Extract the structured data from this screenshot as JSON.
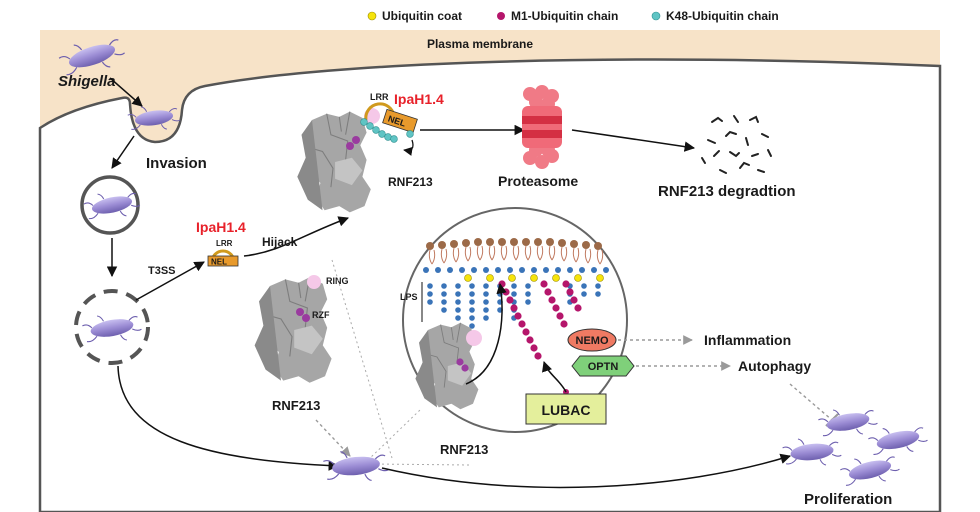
{
  "legend": {
    "ub_coat": "Ubiquitin coat",
    "m1": "M1-Ubiquitin chain",
    "k48": "K48-Ubiquitin chain",
    "colors": {
      "ub_coat": "#f6e40c",
      "m1": "#b5166b",
      "k48": "#5fc4c4"
    }
  },
  "labels": {
    "plasma_membrane": "Plasma membrane",
    "shigella": "Shigella",
    "invasion": "Invasion",
    "t3ss": "T3SS",
    "hijack": "Hijack",
    "ipah_small": "IpaH1.4",
    "ipah_big": "IpaH1.4",
    "lrr_small": "LRR",
    "nel_small": "NEL",
    "lrr_big": "LRR",
    "nel_big": "NEL",
    "rnf213_top": "RNF213",
    "rnf213_mid": "RNF213",
    "rnf213_circle": "RNF213",
    "ring": "RING",
    "rzf": "RZF",
    "proteasome": "Proteasome",
    "degradation": "RNF213 degradtion",
    "lps": "LPS",
    "nemo": "NEMO",
    "optn": "OPTN",
    "lubac": "LUBAC",
    "inflammation": "Inflammation",
    "autophagy": "Autophagy",
    "proliferation": "Proliferation"
  },
  "icons": [
    "bacterium-icon",
    "vacuole-icon",
    "proteasome-icon",
    "rnf213-protein-icon",
    "peptide-fragments-icon"
  ],
  "colors": {
    "accent_red": "#e8212a",
    "membrane": "#f7e3c8",
    "bacterium": "#9b8cd4",
    "nemo": "#ef7a63",
    "optn": "#7fd07a",
    "lubac": "#e4ef9c"
  }
}
